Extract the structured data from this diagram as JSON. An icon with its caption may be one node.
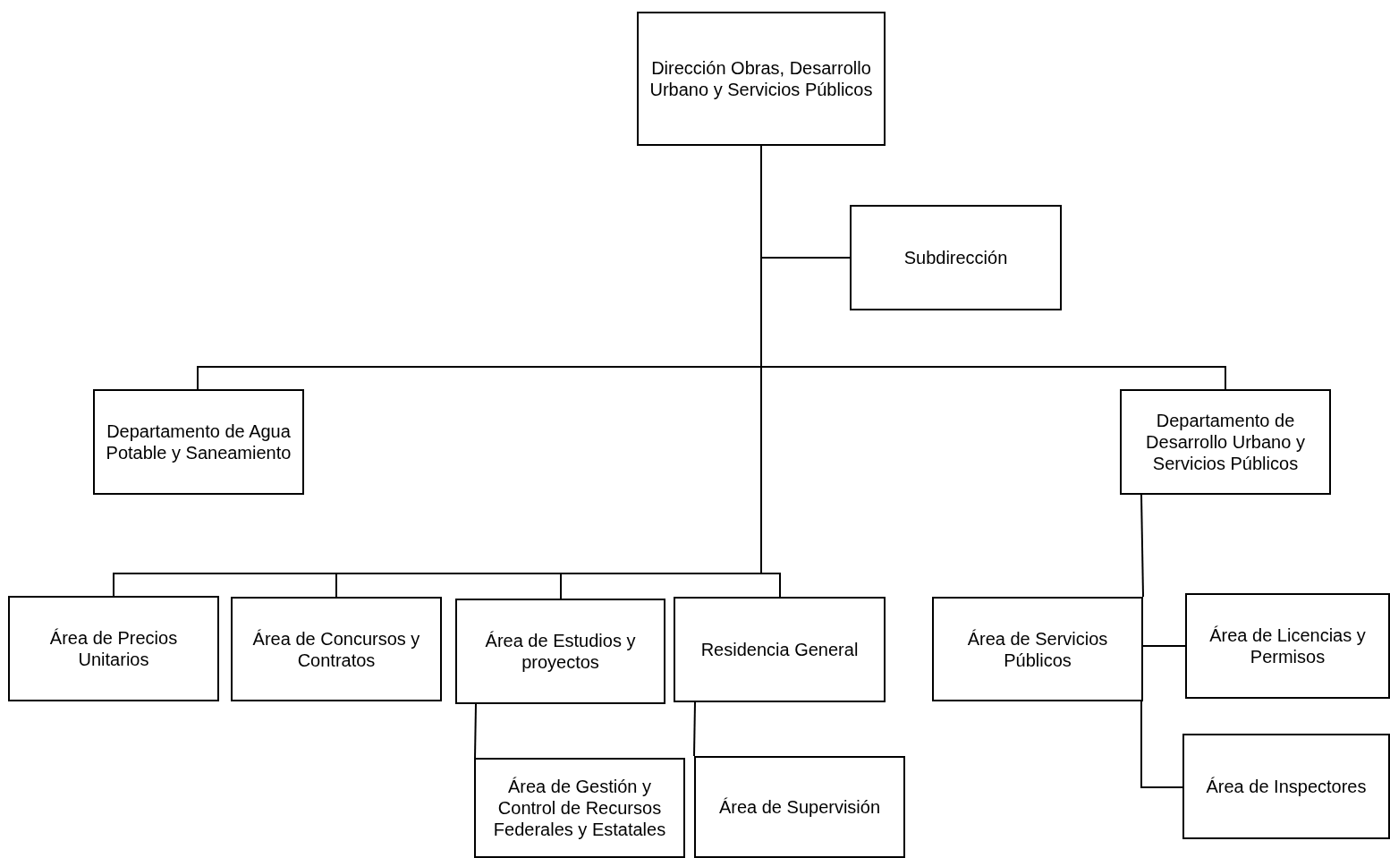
{
  "diagram": {
    "nodes": [
      {
        "text": [
          "Dirección Obras, Desarrollo Urbano y Servicios Públicos"
        ]
      },
      {
        "text": [
          "Subdirección"
        ]
      },
      {
        "text": [
          "Departamento de Agua Potable y Saneamiento"
        ]
      },
      {
        "text": [
          "Departamento de Desarrollo Urbano y Servicios Públicos"
        ]
      },
      {
        "text": [
          "Área de Precios Unitarios"
        ]
      },
      {
        "text": [
          "Área de Concursos y Contratos"
        ]
      },
      {
        "text": [
          "Área de Estudios y proyectos"
        ]
      },
      {
        "text": [
          "Residencia General"
        ]
      },
      {
        "text": [
          "Área de Gestión y Control de Recursos Federales y Estatales"
        ]
      },
      {
        "text": [
          "Área de Supervisión"
        ]
      },
      {
        "text": [
          "Área de Servicios Públicos"
        ]
      },
      {
        "text": [
          "Área de Licencias y Permisos"
        ]
      },
      {
        "text": [
          "Área de Inspectores"
        ]
      }
    ],
    "edges": [
      {
        "from": 0,
        "to": 1,
        "arrow": "none"
      },
      {
        "from": 0,
        "to": 2,
        "arrow": "none"
      },
      {
        "from": 0,
        "to": 3,
        "arrow": "none"
      },
      {
        "from": 0,
        "to": 4,
        "arrow": "none"
      },
      {
        "from": 0,
        "to": 5,
        "arrow": "none"
      },
      {
        "from": 0,
        "to": 6,
        "arrow": "none"
      },
      {
        "from": 0,
        "to": 7,
        "arrow": "none"
      },
      {
        "from": 6,
        "to": 8,
        "arrow": "none"
      },
      {
        "from": 7,
        "to": 9,
        "arrow": "none"
      },
      {
        "from": 3,
        "to": 10,
        "arrow": "none"
      },
      {
        "from": 10,
        "to": 11,
        "arrow": "none"
      },
      {
        "from": 10,
        "to": 12,
        "arrow": "none"
      }
    ]
  }
}
